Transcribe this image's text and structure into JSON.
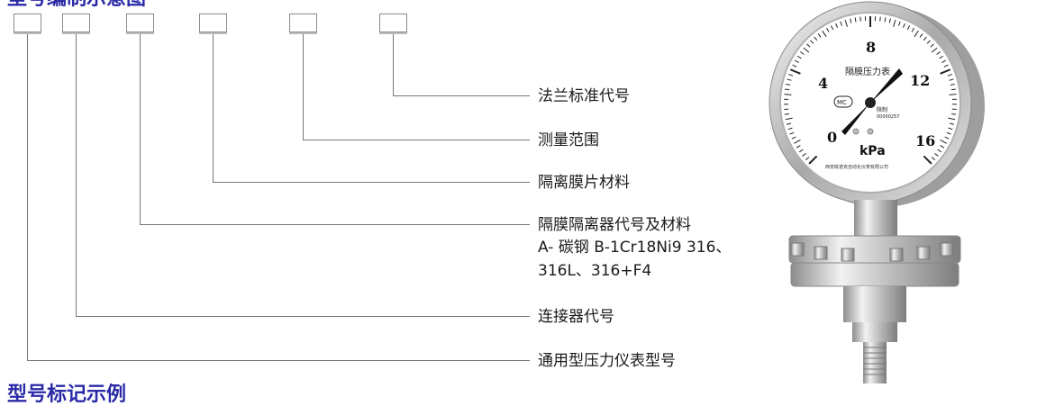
{
  "header": {
    "title": "型号编制示意图",
    "footer_title": "型号标记示例"
  },
  "code_boxes": [
    {
      "name": "box-1"
    },
    {
      "name": "box-2"
    },
    {
      "name": "box-3"
    },
    {
      "name": "box-4"
    },
    {
      "name": "box-5"
    },
    {
      "name": "box-6"
    }
  ],
  "labels": [
    {
      "text": "法兰标准代号"
    },
    {
      "text": "测量范围"
    },
    {
      "text": "隔离膜片材料"
    },
    {
      "text": "隔膜隔离器代号及材料",
      "lines": [
        "A- 碳钢   B-1Cr18Ni9  316、",
        "316L、316+F4"
      ]
    },
    {
      "text": "连接器代号"
    },
    {
      "text": "通用型压力仪表型号"
    }
  ],
  "gauge": {
    "dial_title": "隔膜压力表",
    "scale": [
      "0",
      "4",
      "8",
      "12",
      "16"
    ],
    "unit": "kPa",
    "logo": "MC",
    "made_text": "陕制",
    "serial": "00000257",
    "maker": "西安皖诺克自动化仪表有限公司",
    "colors": {
      "needle": "#111111",
      "dial": "#ffffff",
      "steel": "#c8c8c8"
    }
  }
}
